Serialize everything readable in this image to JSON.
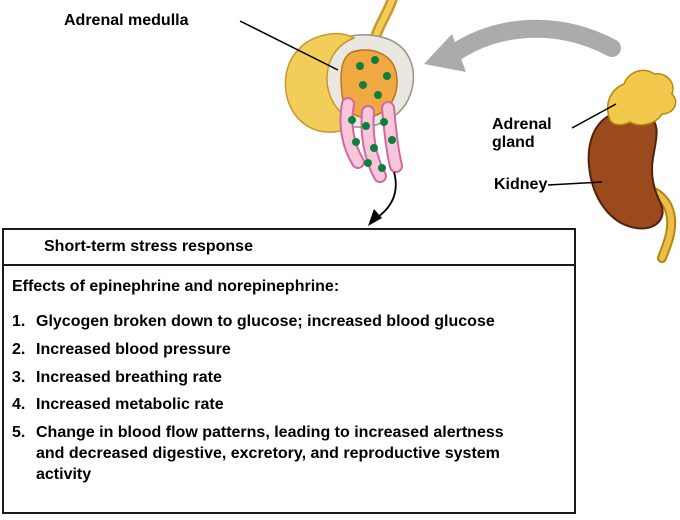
{
  "labels": {
    "adrenal_medulla": "Adrenal medulla",
    "adrenal_gland": "Adrenal gland",
    "kidney": "Kidney"
  },
  "stress_box": {
    "title": "Short-term stress response",
    "subtitle": "Effects of epinephrine and norepinephrine:",
    "effects": [
      {
        "num": "1.",
        "text": "Glycogen broken down to glucose; increased blood glucose"
      },
      {
        "num": "2.",
        "text": "Increased blood pressure"
      },
      {
        "num": "3.",
        "text": "Increased breathing rate"
      },
      {
        "num": "4.",
        "text": "Increased metabolic rate"
      },
      {
        "num": "5.",
        "text": "Change in blood flow patterns, leading to increased alertness and decreased digestive, excretory, and reproductive system activity"
      }
    ]
  },
  "colors": {
    "gland_yellow": "#f3cd5a",
    "gland_outline": "#c9972b",
    "capsule_gray": "#e9e7df",
    "medulla_orange": "#f0a843",
    "medulla_pink": "#f7c6da",
    "pink_outline": "#cf6aa0",
    "dot_green": "#0f7f3f",
    "kidney_brown": "#9a4a1c",
    "kidney_outline": "#50230c",
    "adrenal_cap_yellow": "#f2c94c",
    "arrow_gray": "#ababab",
    "line_black": "#000000"
  }
}
